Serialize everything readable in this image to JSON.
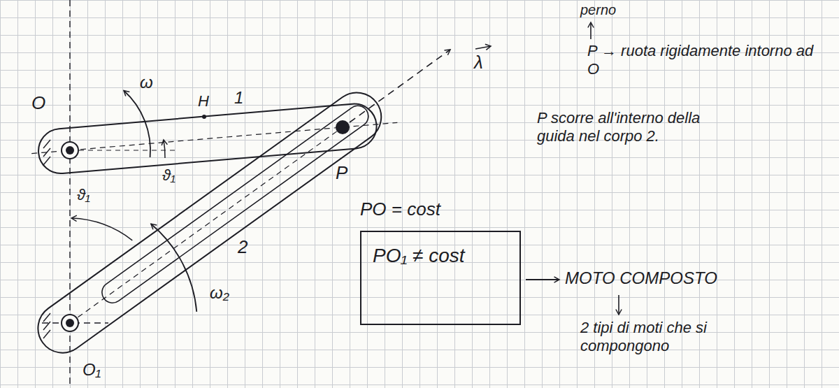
{
  "diagram": {
    "nodes": [
      {
        "text": [
          "PO₁ ≠ cost"
        ]
      }
    ],
    "labels": [
      "O",
      "ω",
      "H",
      "1",
      "ϑ₁",
      "P",
      "λ",
      "ϑ₁",
      "2",
      "ω₂",
      "O₁",
      "perno",
      "P → ruota rigidamente intorno ad O",
      "P scorre all'interno della guida nel corpo 2.",
      "PO = cost",
      "MOTO COMPOSTO",
      "2 tipi di moti che si compongono"
    ]
  }
}
